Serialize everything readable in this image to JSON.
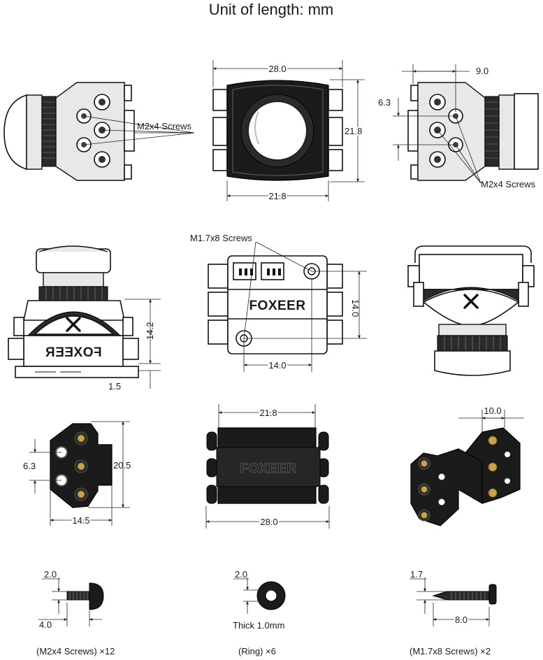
{
  "title": "Unit of length: mm",
  "dims": {
    "front_width": "28.0",
    "front_height": "21.8",
    "front_lens_width": "21.8",
    "side_right_depth": "9.0",
    "side_right_offset": "6.3",
    "rear_screw_spacing_v": "14.0",
    "rear_screw_spacing_h": "14.0",
    "bottom_height": "14.2",
    "bottom_offset": "1.5",
    "mount_side_offset": "6.3",
    "mount_side_height": "20.5",
    "mount_side_width": "14.5",
    "bracket_inner_width": "21.8",
    "bracket_outer_width": "28.0",
    "mount_iso_depth": "10.0",
    "m2_head": "2.0",
    "m2_length": "4.0",
    "ring_thickness_dim": "2.0",
    "m17_head": "1.7",
    "m17_length": "8.0"
  },
  "labels": {
    "m2x4_screws": "M2x4 Screws",
    "m17x8_screws": "M1.7x8 Screws",
    "brand": "FOXEER",
    "thick": "Thick 1.0mm"
  },
  "captions": {
    "m2x4": "(M2x4 Screws) ×12",
    "ring": "(Ring) ×6",
    "m17x8": "(M1.7x8 Screws) ×2"
  }
}
